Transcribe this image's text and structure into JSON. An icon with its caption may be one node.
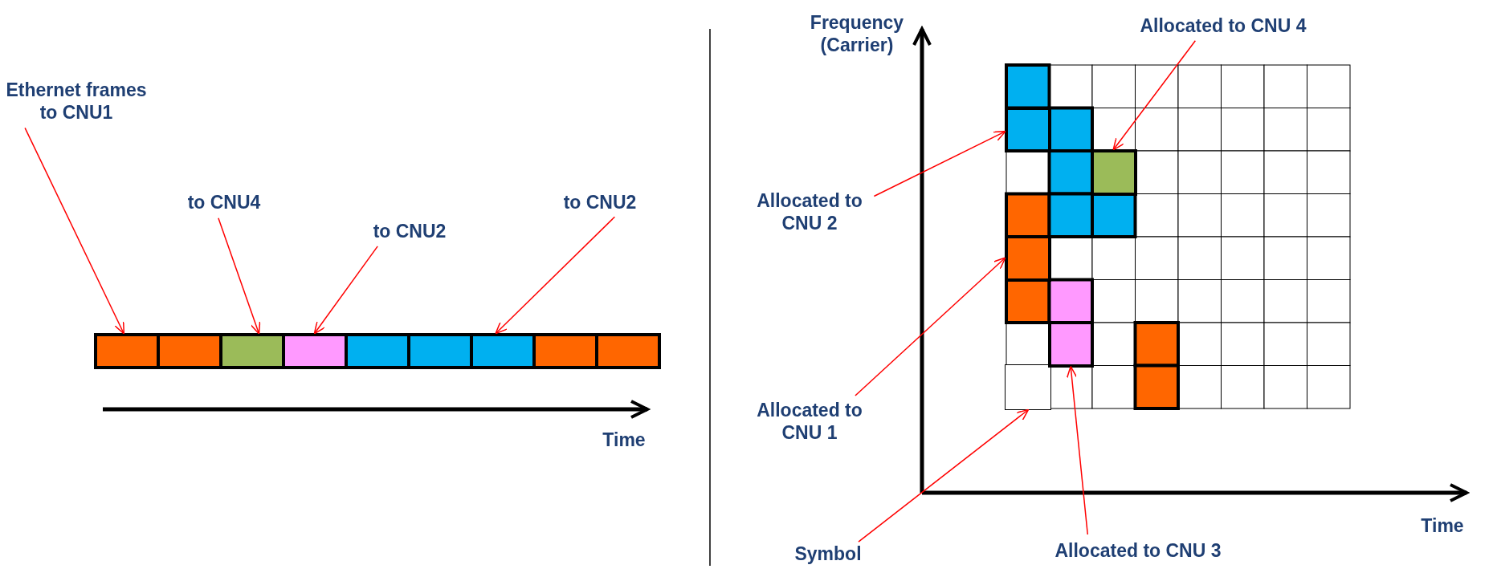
{
  "diagram": {
    "nodes": [
      {
        "text": [
          "Ethernet frames to CNU1"
        ]
      },
      {
        "text": [
          "to CNU4"
        ]
      },
      {
        "text": [
          "to CNU2"
        ]
      },
      {
        "text": [
          "to CNU2"
        ]
      },
      {
        "text": [],
        "shape": "box"
      },
      {
        "text": [],
        "shape": "box"
      },
      {
        "text": [],
        "shape": "box"
      },
      {
        "text": [],
        "shape": "box"
      },
      {
        "text": [
          "Allocated to CNU 4"
        ]
      },
      {
        "text": [
          "Allocated to CNU 2"
        ]
      },
      {
        "text": [
          "Allocated to CNU 1"
        ]
      },
      {
        "text": [
          "Symbol"
        ]
      },
      {
        "text": [
          "Allocated to CNU 3"
        ]
      },
      {
        "text": [],
        "shape": "box"
      },
      {
        "text": [],
        "shape": "box"
      },
      {
        "text": [],
        "shape": "box"
      },
      {
        "text": [],
        "shape": "box"
      },
      {
        "text": [],
        "shape": "box"
      }
    ],
    "edges": [
      {
        "from": 0,
        "to": 4,
        "arrow": "to"
      },
      {
        "from": 1,
        "to": 5,
        "arrow": "to"
      },
      {
        "from": 2,
        "to": 6,
        "arrow": "to"
      },
      {
        "from": 3,
        "to": 7,
        "arrow": "to"
      },
      {
        "from": 8,
        "to": 13,
        "arrow": "to"
      },
      {
        "from": 9,
        "to": 14,
        "arrow": "to"
      },
      {
        "from": 10,
        "to": 15,
        "arrow": "to"
      },
      {
        "from": 11,
        "to": 16,
        "arrow": "to"
      },
      {
        "from": 12,
        "to": 17,
        "arrow": "to"
      }
    ],
    "labels": [
      "Time",
      "Frequency (Carrier)",
      "Time"
    ]
  }
}
